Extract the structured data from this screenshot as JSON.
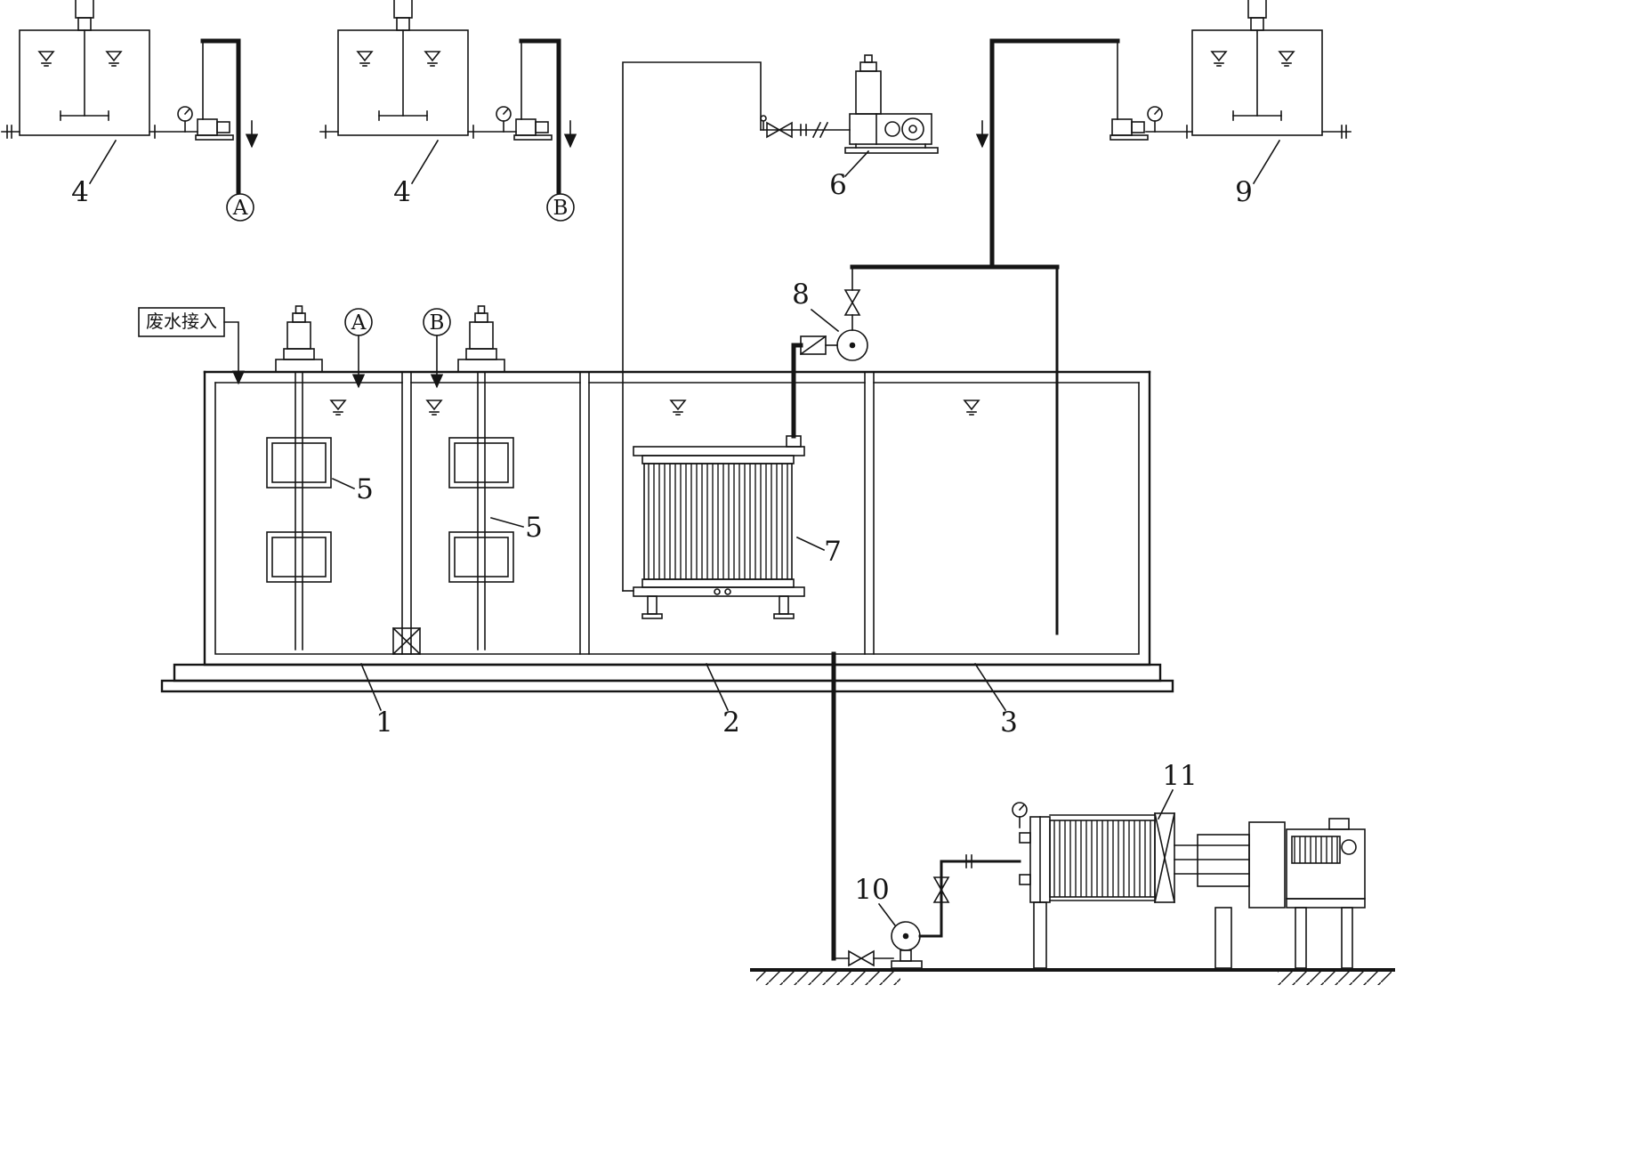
{
  "diagram": {
    "kind": "wastewater-treatment-process-flow",
    "colors": {
      "ink": "#151515",
      "background": "#ffffff"
    }
  },
  "labels": {
    "tank_a": "4",
    "tank_b": "4",
    "source_a": "A",
    "source_b": "B",
    "blower": "6",
    "tank_9": "9",
    "inlet": "废水接入",
    "dose_a": "A",
    "dose_b": "B",
    "pump_8": "8",
    "mixer_a": "5",
    "mixer_b": "5",
    "membrane": "7",
    "zone_1": "1",
    "zone_2": "2",
    "zone_3": "3",
    "pump_10": "10",
    "press_11": "11"
  }
}
